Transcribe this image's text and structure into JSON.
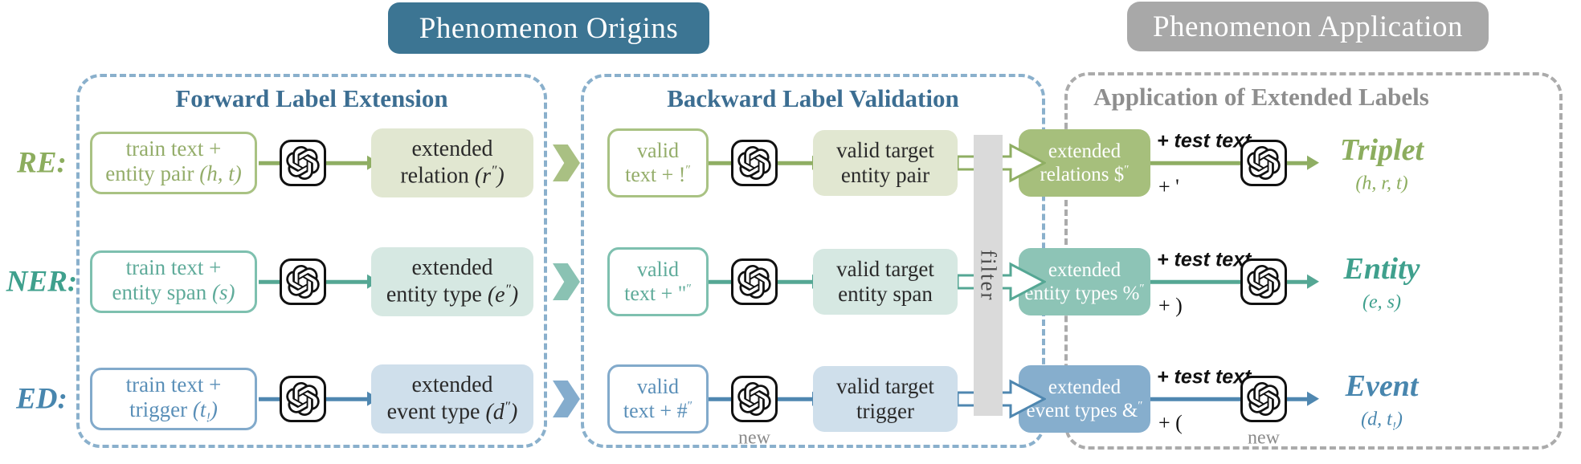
{
  "header": {
    "origins_label": "Phenomenon Origins",
    "application_label": "Phenomenon Application"
  },
  "panels": {
    "forward": {
      "title": "Forward Label Extension"
    },
    "backward": {
      "title": "Backward Label Validation"
    },
    "application": {
      "title": "Application of Extended Labels"
    }
  },
  "filter_label": "filter",
  "colors": {
    "header_teal": "#3c7593",
    "header_gray": "#a8a8a8",
    "panel_border_blue": "#8ab0cc",
    "panel_border_gray": "#ababab",
    "panel_title_blue": "#3c6e92",
    "panel_title_gray": "#8e8e8e",
    "re_accent": "#8fae63",
    "ner_accent": "#55a794",
    "ed_accent": "#4f87b0",
    "filter_bar": "#dadada"
  },
  "rows": [
    {
      "id": "re",
      "label": "RE:",
      "fwd_in": {
        "l1": "train text +",
        "l2": "entity pair",
        "m1": "(h, t",
        "sub": "",
        "m2": ")"
      },
      "fwd_out": {
        "l1": "extended",
        "l2": "relation",
        "m1": "(r",
        "sup": "″",
        "m2": ")"
      },
      "bwd_in": {
        "l1": "valid",
        "l2": "text + !",
        "sup": "″"
      },
      "bwd_out": {
        "l1": "valid target",
        "l2": "entity pair"
      },
      "app_box": {
        "l1": "extended",
        "l2": "relations $",
        "sup": "″"
      },
      "app_plus": {
        "top": "+ test text",
        "bottom": "+ '"
      },
      "output": {
        "name": "Triplet",
        "m1": "(h, r, t",
        "sub": "",
        "m2": ")"
      }
    },
    {
      "id": "ner",
      "label": "NER:",
      "fwd_in": {
        "l1": "train text +",
        "l2": "entity span",
        "m1": "(s",
        "sub": "",
        "m2": ")"
      },
      "fwd_out": {
        "l1": "extended",
        "l2": "entity type",
        "m1": "(e",
        "sup": "″",
        "m2": ")"
      },
      "bwd_in": {
        "l1": "valid",
        "l2": "text + \"",
        "sup": "″"
      },
      "bwd_out": {
        "l1": "valid target",
        "l2": "entity span"
      },
      "app_box": {
        "l1": "extended",
        "l2": "entity types %",
        "sup": "″"
      },
      "app_plus": {
        "top": "+ test text",
        "bottom": "+ )"
      },
      "output": {
        "name": "Entity",
        "m1": "(e, s",
        "sub": "",
        "m2": ")"
      }
    },
    {
      "id": "ed",
      "label": "ED:",
      "fwd_in": {
        "l1": "train text +",
        "l2": "trigger",
        "m1": "(t",
        "sub": "!",
        "m2": ")"
      },
      "fwd_out": {
        "l1": "extended",
        "l2": "event type",
        "m1": "(d",
        "sup": "″",
        "m2": ")"
      },
      "bwd_in": {
        "l1": "valid",
        "l2": "text + #",
        "sup": "″"
      },
      "bwd_out": {
        "l1": "valid target",
        "l2": "trigger"
      },
      "app_box": {
        "l1": "extended",
        "l2": "event types &",
        "sup": "″"
      },
      "app_plus": {
        "top": "+ test text",
        "bottom": "+ ("
      },
      "output": {
        "name": "Event",
        "m1": "(d, t",
        "sub": "!",
        "m2": ")"
      },
      "new_label": "new"
    }
  ]
}
